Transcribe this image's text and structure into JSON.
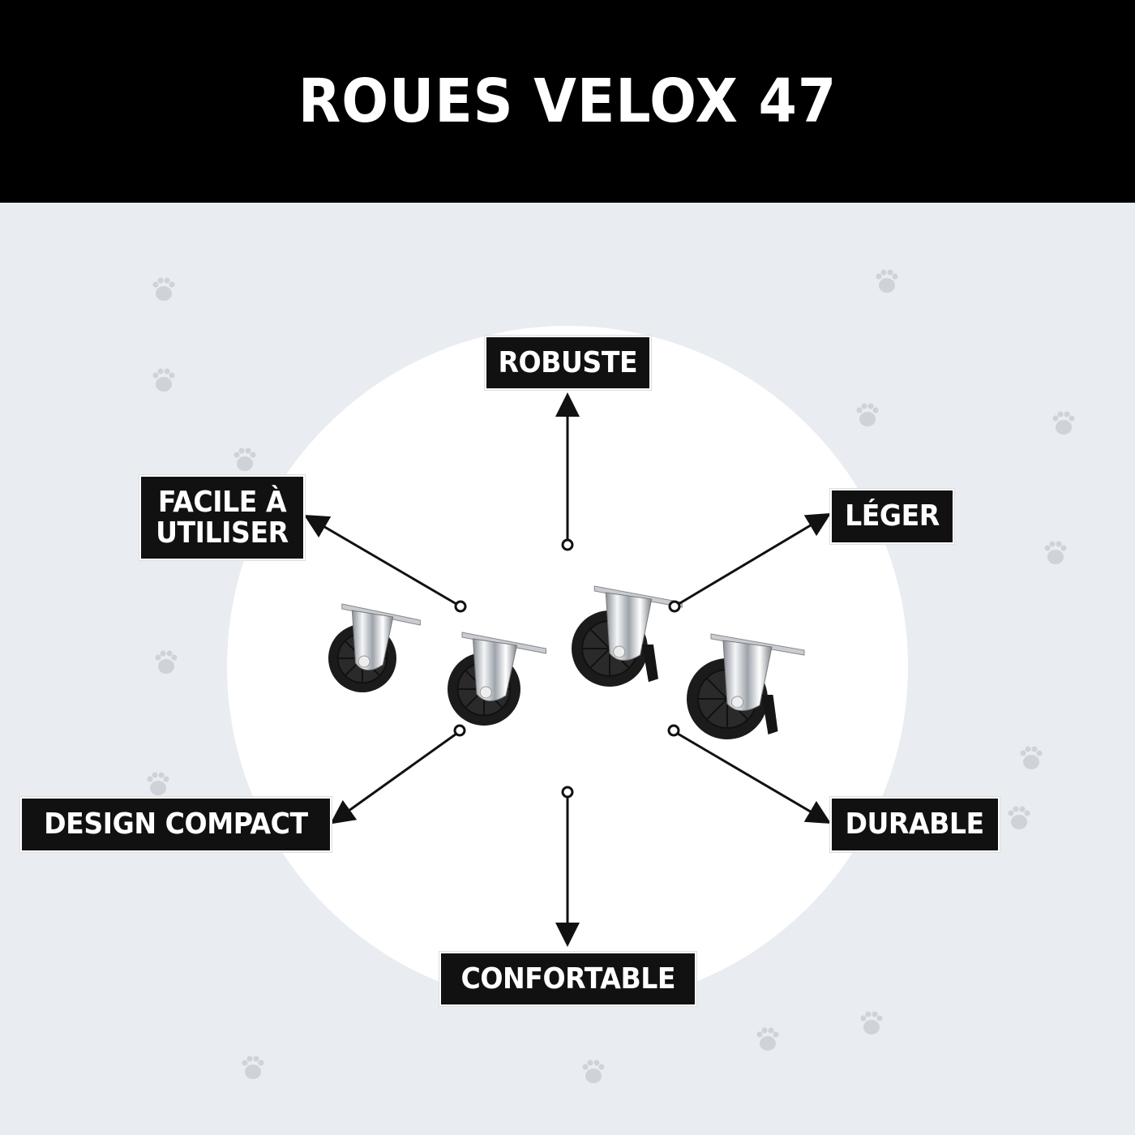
{
  "header": {
    "title": "ROUES VELOX 47"
  },
  "features": {
    "robuste": "ROBUSTE",
    "facile_line1": "FACILE À",
    "facile_line2": "UTILISER",
    "leger": "LÉGER",
    "design": "DESIGN COMPACT",
    "durable": "DURABLE",
    "confortable": "CONFORTABLE"
  },
  "colors": {
    "header_bg": "#000000",
    "page_bg": "#e9ecf1",
    "label_bg": "#111111",
    "paw": "#cfd3d9"
  }
}
